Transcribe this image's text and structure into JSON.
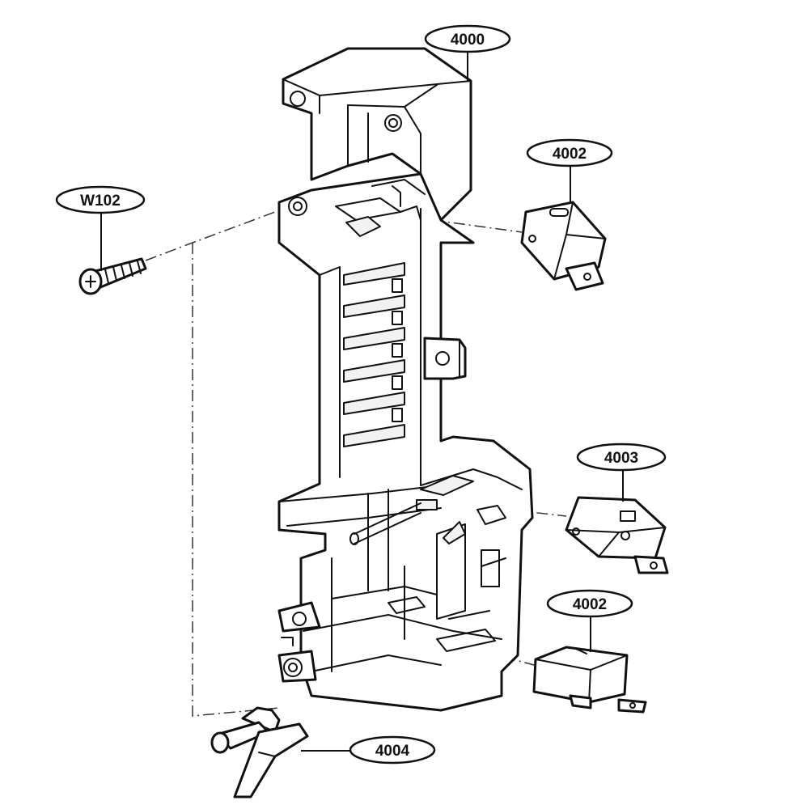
{
  "callouts": {
    "frame": "4000",
    "switch_top": "4002",
    "screw": "W102",
    "switch_middle": "4003",
    "switch_bottom": "4002",
    "lever": "4004"
  }
}
